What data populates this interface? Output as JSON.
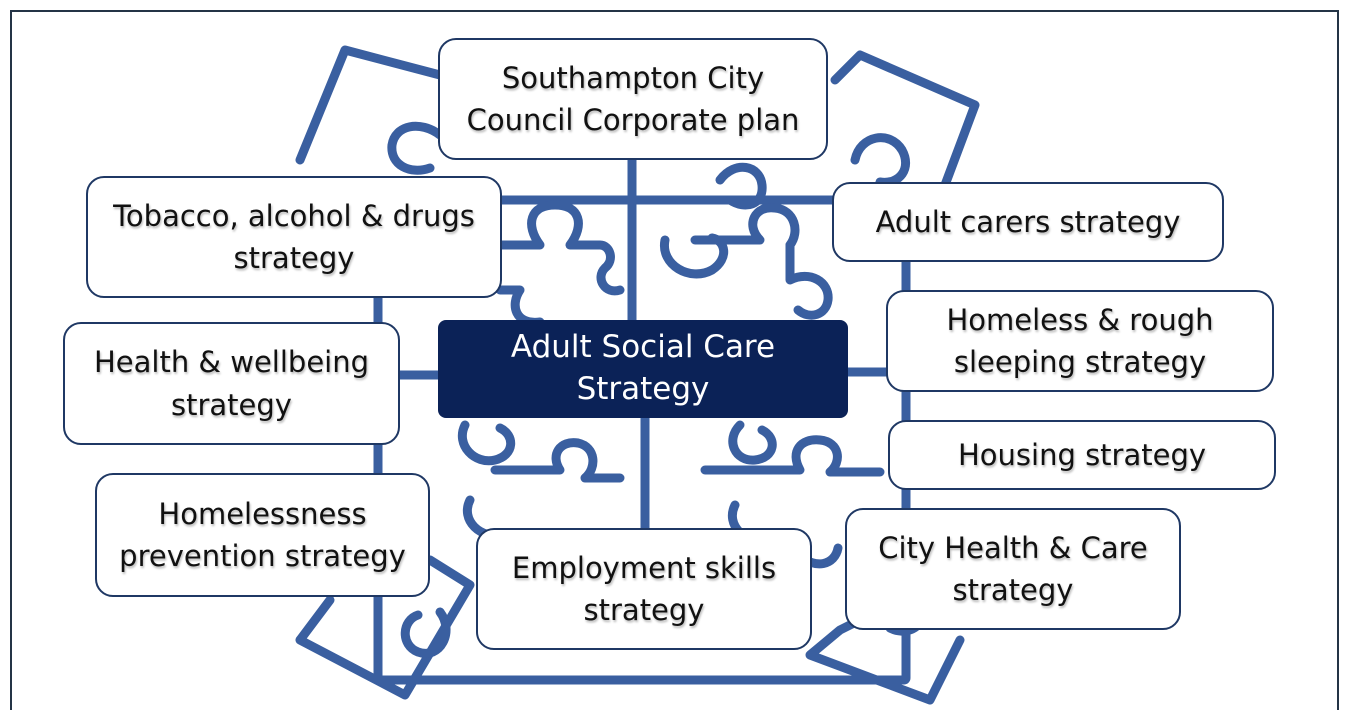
{
  "diagram": {
    "center": {
      "line1": "Adult Social Care",
      "line2": "Strategy"
    },
    "nodes": {
      "corporate_plan": {
        "line1": "Southampton City",
        "line2": "Council Corporate plan"
      },
      "tobacco": {
        "line1": "Tobacco, alcohol & drugs",
        "line2": "strategy"
      },
      "adult_carers": {
        "line1": "Adult carers strategy"
      },
      "health_wellbeing": {
        "line1": "Health & wellbeing",
        "line2": "strategy"
      },
      "homeless_rough": {
        "line1": "Homeless & rough",
        "line2": "sleeping strategy"
      },
      "housing": {
        "line1": "Housing strategy"
      },
      "homelessness_prevention": {
        "line1": "Homelessness",
        "line2": "prevention strategy"
      },
      "employment": {
        "line1": "Employment skills",
        "line2": "strategy"
      },
      "city_health": {
        "line1": "City Health & Care",
        "line2": "strategy"
      }
    },
    "colors": {
      "puzzle_outline": "#3a5fa0",
      "center_fill": "#0b2257",
      "node_border": "#1f3864",
      "frame_border": "#243446"
    },
    "icons": [
      "puzzle-pieces-icon"
    ]
  }
}
